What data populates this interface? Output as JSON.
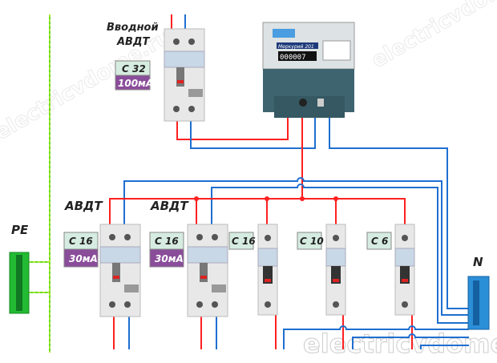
{
  "labels": {
    "input_line1": "Вводной",
    "input_line2": "АВДТ",
    "abdt1": "АВДТ",
    "abdt2": "АВДТ",
    "pe": "PE",
    "n": "N"
  },
  "ratings": {
    "input_current": "С 32",
    "input_leak": "100мА",
    "abdt1_current": "С 16",
    "abdt1_leak": "30мА",
    "abdt2_current": "С 16",
    "abdt2_leak": "30мА",
    "mcb1": "С 16",
    "mcb2": "С 10",
    "mcb3": "С 6"
  },
  "meter": {
    "brand": "Меркурий 201",
    "reading": "000007"
  },
  "watermark": "electricvdome.ru",
  "colors": {
    "phase": "#ff2020",
    "neutral": "#1f6fd0",
    "pe": "#66dd22",
    "tag_current": "#d6ece0",
    "tag_leak": "#8a4d9a"
  }
}
